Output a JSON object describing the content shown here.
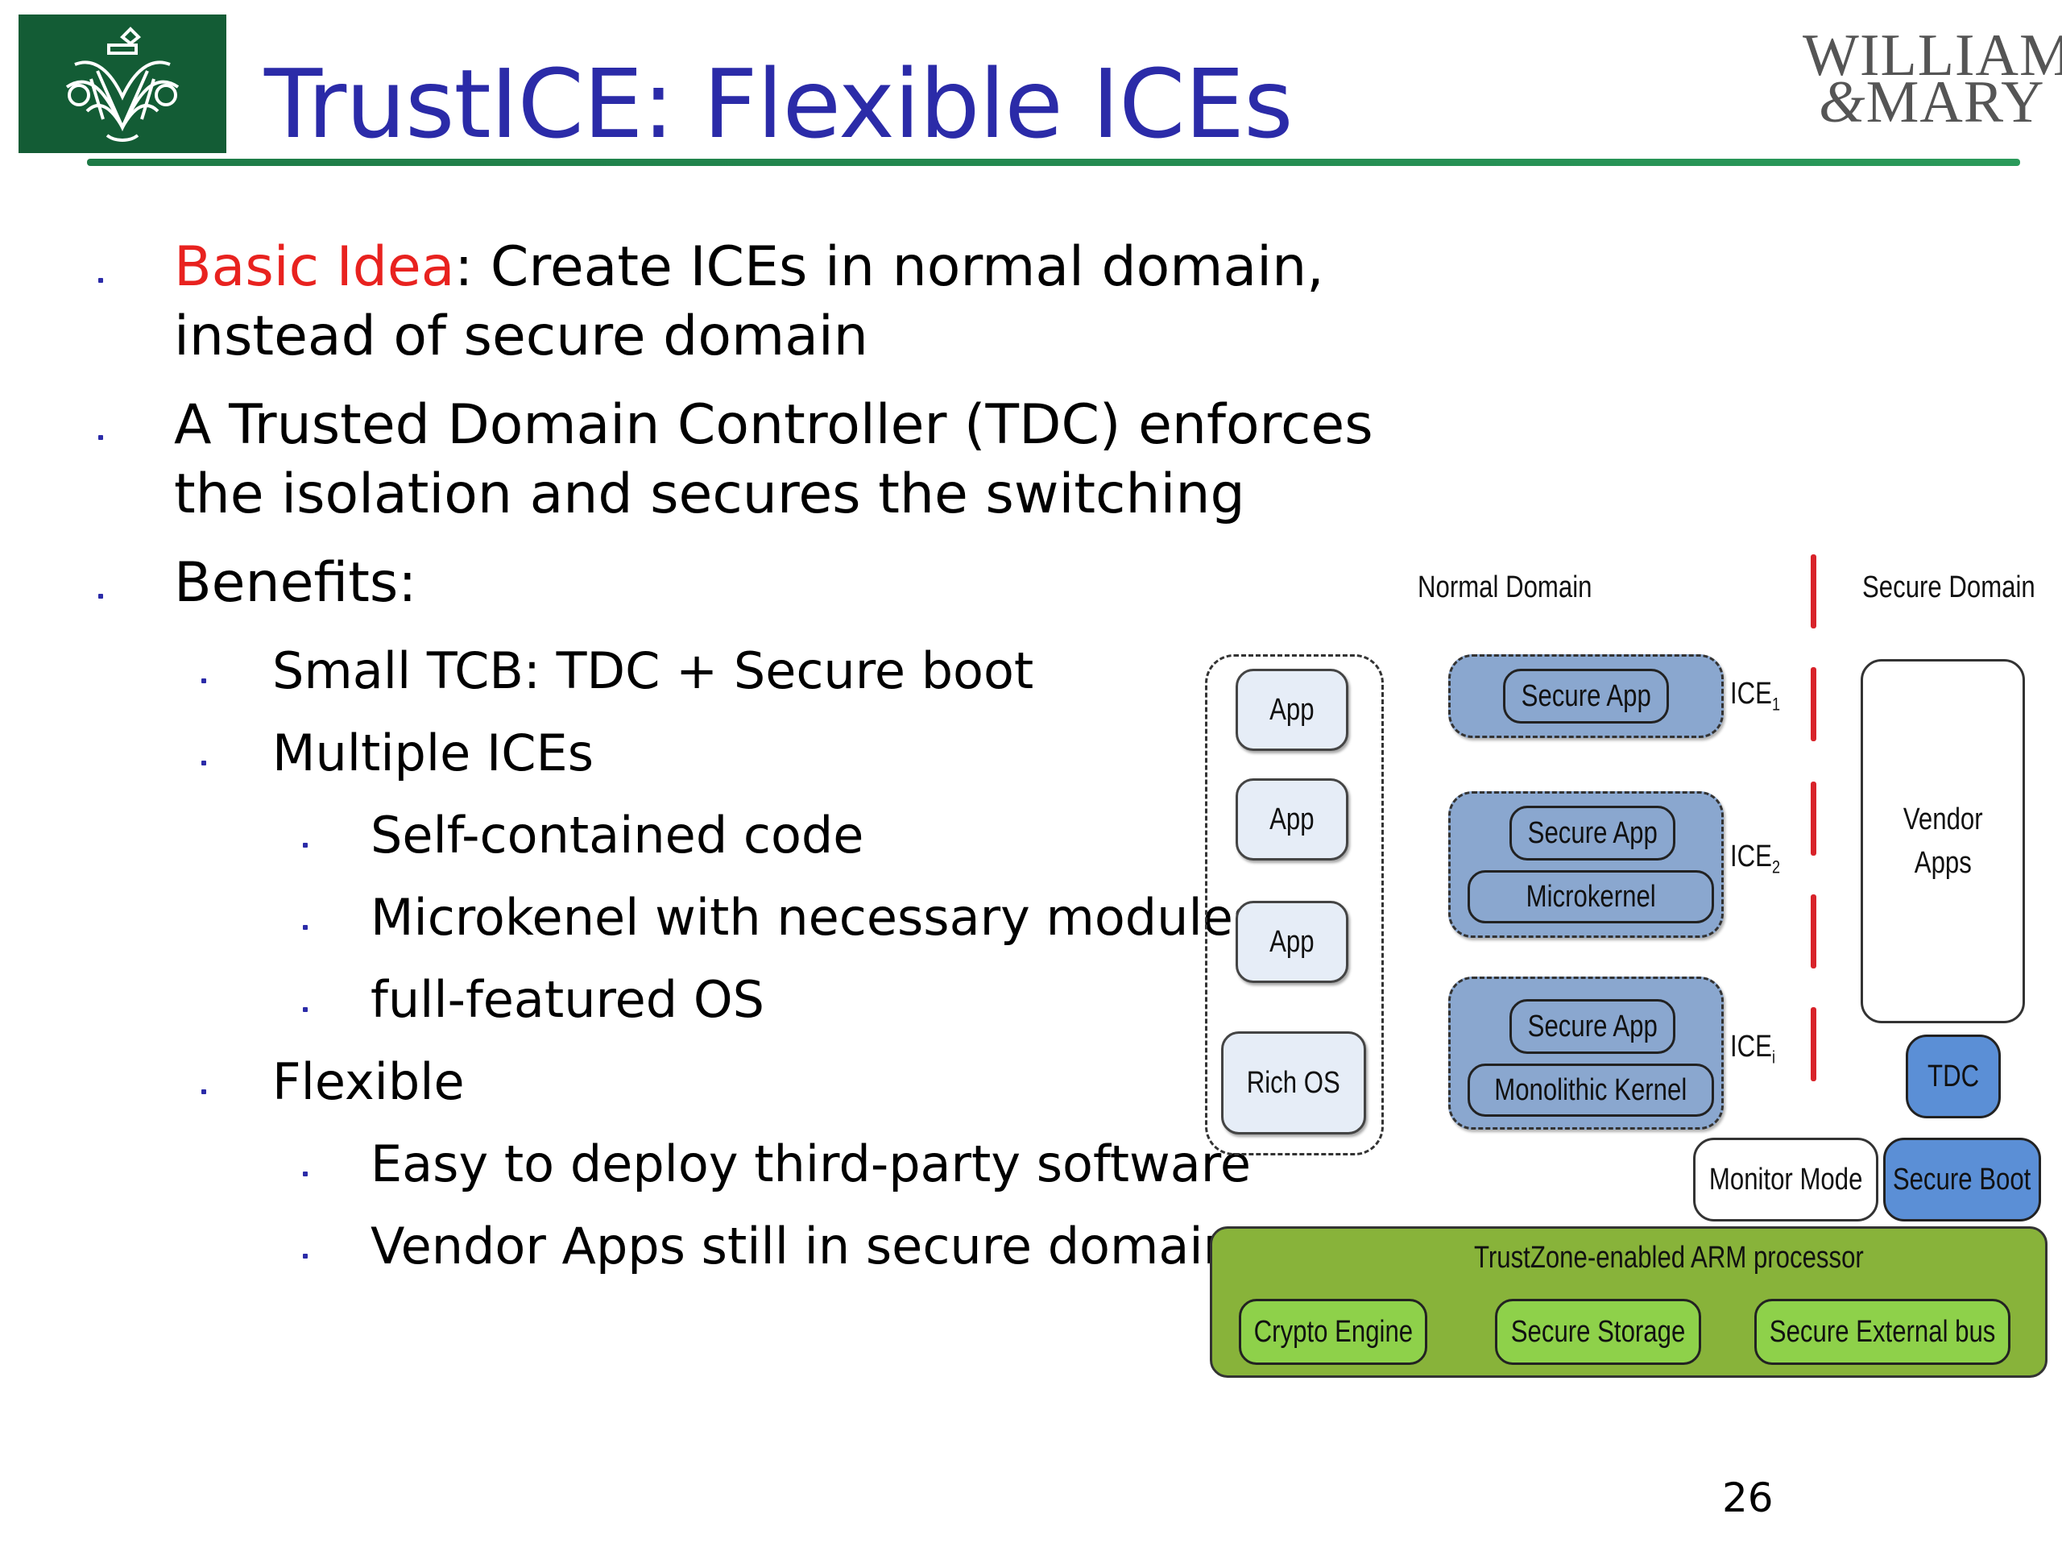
{
  "header": {
    "title": "TrustICE: Flexible ICEs",
    "logo_left_icon": "cypher-crest-icon",
    "logo_right_line1": "WILLIAM",
    "logo_right_amp": "&",
    "logo_right_line2": "MARY"
  },
  "bullets": [
    {
      "level": 1,
      "highlight": "Basic Idea",
      "text": ": Create ICEs in normal domain,",
      "cont": "instead of secure domain"
    },
    {
      "level": 1,
      "text": "A Trusted Domain Controller (TDC) enforces",
      "cont": "the isolation and secures the switching"
    },
    {
      "level": 1,
      "text": "Benefits:"
    },
    {
      "level": 2,
      "text": "Small TCB: TDC + Secure boot"
    },
    {
      "level": 2,
      "text": "Multiple ICEs"
    },
    {
      "level": 3,
      "text": "Self-contained code"
    },
    {
      "level": 3,
      "text": "Microkenel with necessary modules"
    },
    {
      "level": 3,
      "text": "full-featured OS"
    },
    {
      "level": 2,
      "text": "Flexible"
    },
    {
      "level": 3,
      "text": "Easy to deploy third-party software"
    },
    {
      "level": 3,
      "text": "Vendor Apps still in secure domain"
    }
  ],
  "diagram": {
    "normal_domain_label": "Normal Domain",
    "secure_domain_label": "Secure Domain",
    "apps": [
      "App",
      "App",
      "App"
    ],
    "rich_os": "Rich OS",
    "ice1": {
      "label": "ICE",
      "sub": "1",
      "items": [
        "Secure App"
      ]
    },
    "ice2": {
      "label": "ICE",
      "sub": "2",
      "items": [
        "Secure App",
        "Microkernel"
      ]
    },
    "icei": {
      "label": "ICE",
      "sub": "i",
      "items": [
        "Secure App",
        "Monolithic Kernel"
      ]
    },
    "vendor_apps_line1": "Vendor",
    "vendor_apps_line2": "Apps",
    "tdc": "TDC",
    "monitor_mode": "Monitor Mode",
    "secure_boot": "Secure Boot",
    "processor_label": "TrustZone-enabled ARM processor",
    "processor_blocks": [
      "Crypto Engine",
      "Secure Storage",
      "Secure External bus"
    ],
    "colors": {
      "ice_fill": "#8aa7cf",
      "tdc_fill": "#5b8fd6",
      "arm_fill": "#88b33a",
      "arm_block_fill": "#8ed14a",
      "divider": "#d8232a"
    }
  },
  "page_number": "26",
  "colors": {
    "title": "#2b2ba8",
    "highlight": "#e8221f",
    "logo_bg": "#135c35",
    "rule": "#1d7a46"
  }
}
